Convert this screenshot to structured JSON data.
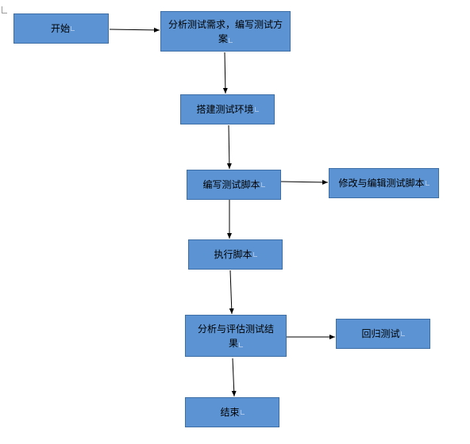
{
  "diagram": {
    "nodes": {
      "start": "开始",
      "analyze": "分析测试需求，编写测试方案",
      "env": "搭建测试环境",
      "write": "编写测试脚本",
      "modify": "修改与编辑测试脚本",
      "run": "执行脚本",
      "evaluate": "分析与评估测试结果",
      "regress": "回归测试",
      "end": "结束"
    },
    "colors": {
      "node_fill": "#5b93d3",
      "node_border": "#3d6fa6",
      "edge": "#000000"
    }
  }
}
